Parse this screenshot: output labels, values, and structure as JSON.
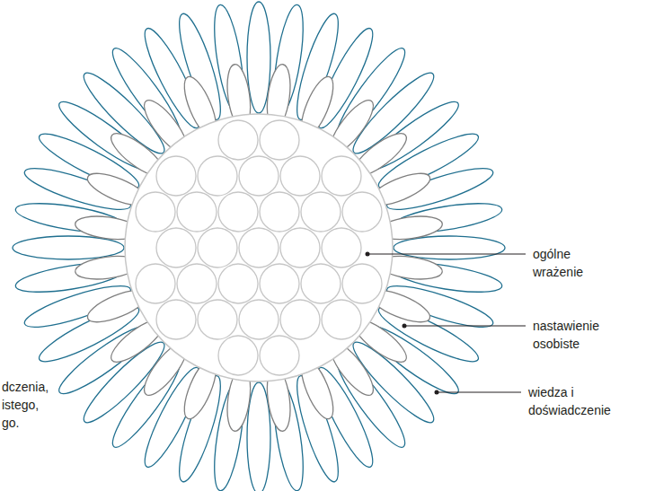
{
  "diagram": {
    "labels": [
      "ogólne wrażenie",
      "nastawienie osobiste",
      "wiedza i doświadczenie",
      "dczenia, istego, go."
    ]
  }
}
